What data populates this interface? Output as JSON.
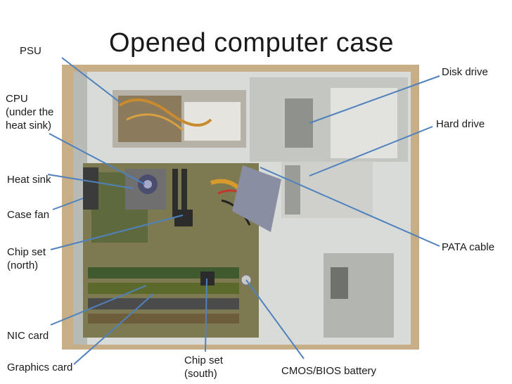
{
  "title": "Opened computer case",
  "labels": {
    "psu": "PSU",
    "cpu": "CPU\n(under the\nheat sink)",
    "heat_sink": "Heat sink",
    "case_fan": "Case fan",
    "chip_set_north": "Chip set\n(north)",
    "nic_card": "NIC card",
    "graphics_card": "Graphics card",
    "chip_set_south": "Chip set\n(south)",
    "cmos_battery": "CMOS/BIOS battery",
    "disk_drive": "Disk drive",
    "hard_drive": "Hard drive",
    "pata_cable": "PATA cable"
  },
  "colors": {
    "leader_line": "#4f81bd",
    "case_frame": "#c9b08a"
  }
}
